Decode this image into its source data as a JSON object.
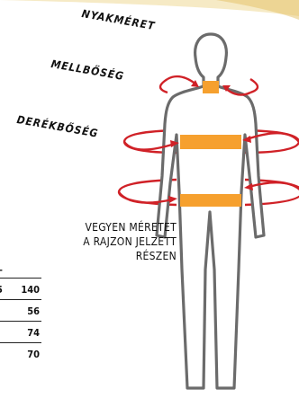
{
  "labels": {
    "neck": "NYAKMÉRET",
    "chest": "MELLBŐSÉG",
    "waist": "DERÉKBŐSÉG"
  },
  "note": {
    "line1": "VEGYEN MÉRETET",
    "line2": "A RAJZON JELZETT",
    "line3": "RÉSZEN"
  },
  "table": {
    "header_fragment": "–",
    "rows": [
      {
        "left_fragment": "5",
        "value": "140"
      },
      {
        "left_fragment": "",
        "value": "56"
      },
      {
        "left_fragment": "",
        "value": "74"
      },
      {
        "left_fragment": "",
        "value": "70"
      }
    ]
  },
  "colors": {
    "arrow": "#d02127",
    "band": "#f6a02e",
    "outline": "#6b6b6b",
    "wedge": "#e9c97a"
  },
  "icons": {
    "figure": "human-body-outline-icon",
    "arrow": "circular-measure-arrow-icon"
  }
}
